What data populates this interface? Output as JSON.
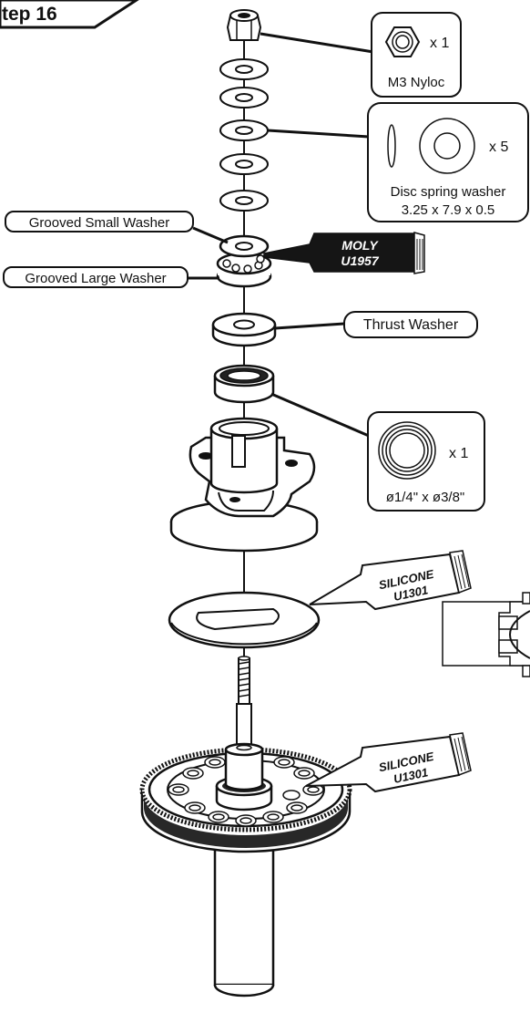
{
  "step_title": "tep 16",
  "callouts": {
    "nyloc": {
      "qty": "x 1",
      "name": "M3 Nyloc"
    },
    "disc_spring": {
      "qty": "x 5",
      "name": "Disc spring washer",
      "size": "3.25 x 7.9 x 0.5"
    },
    "bearing": {
      "qty": "x 1",
      "size": "ø1/4\" x ø3/8\""
    }
  },
  "labels": {
    "grooved_small": "Grooved Small Washer",
    "grooved_large": "Grooved Large Washer",
    "thrust": "Thrust Washer"
  },
  "tubes": {
    "moly": {
      "line1": "MOLY",
      "line2": "U1957"
    },
    "silicone_top": {
      "line1": "SILICONE",
      "line2": "U1301"
    },
    "silicone_bottom": {
      "line1": "SILICONE",
      "line2": "U1301"
    }
  },
  "colors": {
    "ink": "#111111",
    "tube_fill": "#151515",
    "tube_text": "#ffffff",
    "part_fill": "#ffffff"
  }
}
